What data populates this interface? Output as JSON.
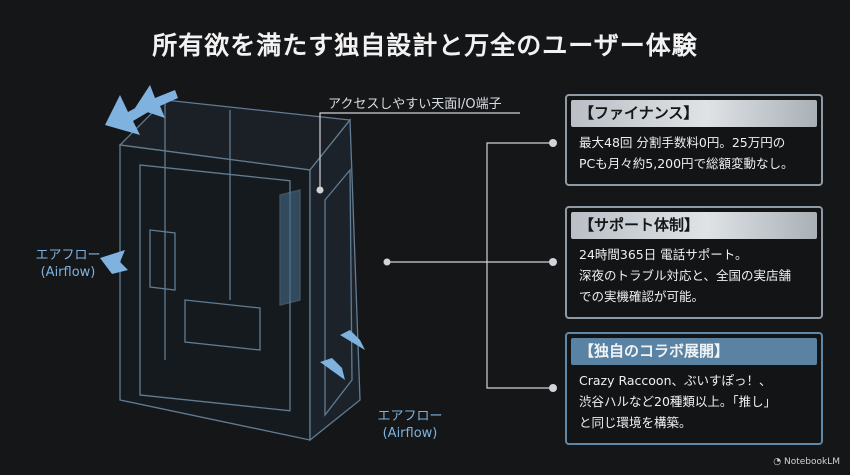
{
  "title": "所有欲を満たす独自設計と万全のユーザー体験",
  "labels": {
    "top_io": "アクセスしやすい天面I/O端子",
    "airflow_left": "エアフロー",
    "airflow_left_en": "(Airflow)",
    "airflow_bottom": "エアフロー",
    "airflow_bottom_en": "(Airflow)"
  },
  "cards": [
    {
      "heading": "【ファイナンス】",
      "lines": [
        "最大48回 分割手数料0円。25万円の",
        "PCも月々約5,200円で総額変動なし。"
      ]
    },
    {
      "heading": "【サポート体制】",
      "lines": [
        "24時間365日 電話サポート。",
        "深夜のトラブル対応と、全国の実店舗",
        "での実機確認が可能。"
      ]
    },
    {
      "heading": "【独自のコラボ展開】",
      "lines": [
        "Crazy Raccoon、ぶいすぽっ！、",
        "渋谷ハルなど20種類以上。「推し」",
        "と同じ環境を構築。"
      ]
    }
  ],
  "watermark": "NotebookLM",
  "colors": {
    "accent": "#5a82a3",
    "airflow": "#7fb2de",
    "background": "#151618"
  }
}
